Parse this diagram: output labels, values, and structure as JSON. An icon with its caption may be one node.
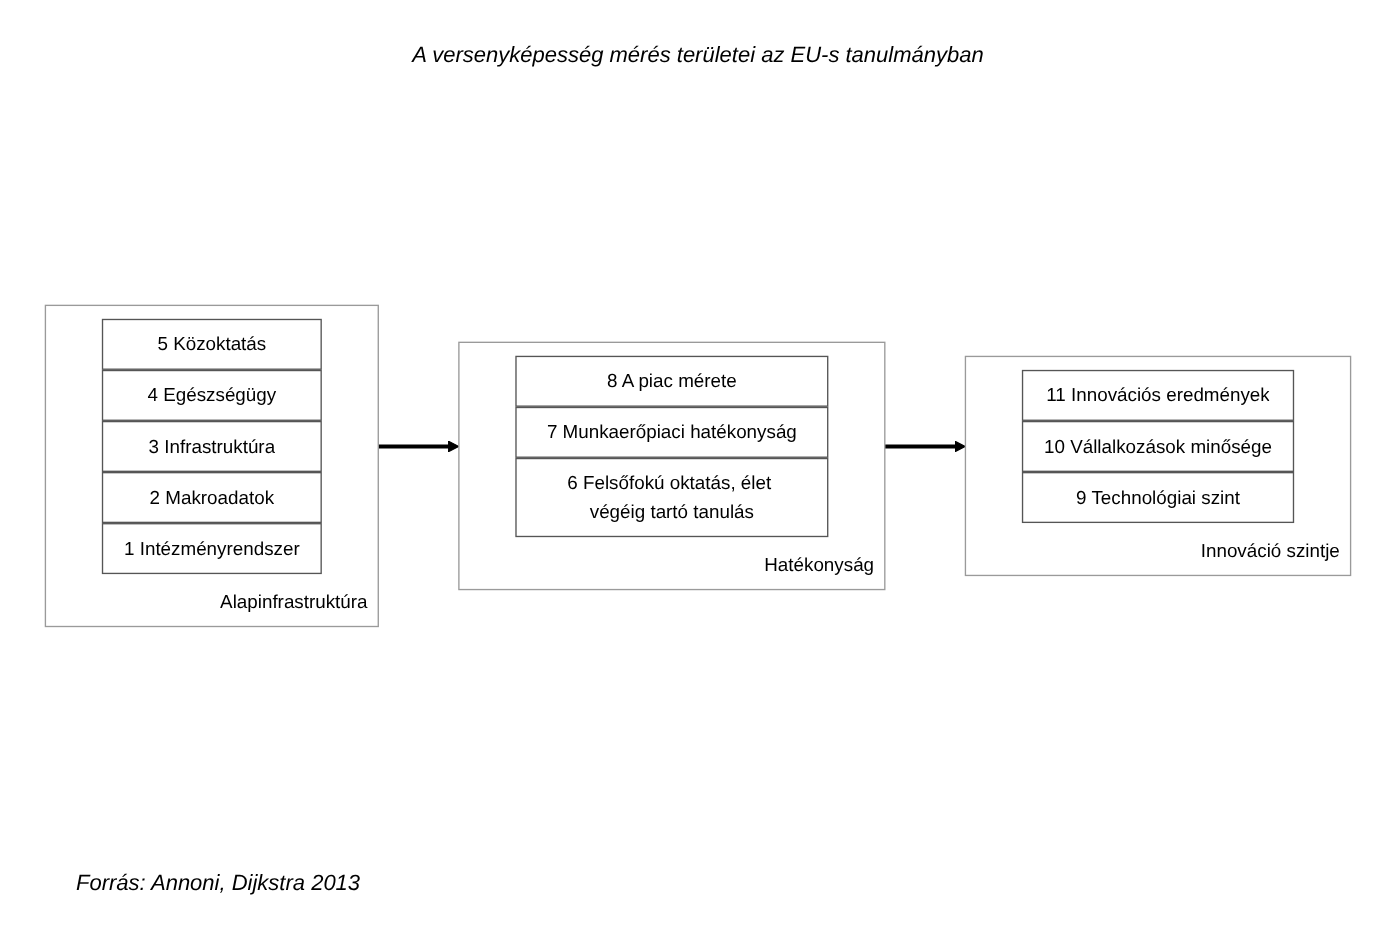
{
  "diagram": {
    "title": "A versenyképesség mérés területei az EU-s tanulmányban",
    "caption": "Forrás: Annoni, Dijkstra 2013",
    "nodes": [
      {
        "text": [
          "Innováció szintje"
        ]
      },
      {
        "text": [
          "11 Innovációs eredmények"
        ],
        "in": 0
      },
      {
        "text": [
          "10 Vállalkozások minősége"
        ],
        "in": 0
      },
      {
        "text": [
          "9 Technológiai szint"
        ],
        "in": 0
      },
      {
        "text": [
          "Hatékonyság"
        ]
      },
      {
        "text": [
          "8 A piac mérete"
        ],
        "in": 4
      },
      {
        "text": [
          "7 Munkaerőpiaci hatékonyság"
        ],
        "in": 4
      },
      {
        "text": [
          "6 Felsőfokú oktatás, élet végéig tartó tanulás"
        ],
        "in": 4
      },
      {
        "text": [
          "Alapinfrastruktúra"
        ]
      },
      {
        "text": [
          "5 Közoktatás"
        ],
        "in": 8
      },
      {
        "text": [
          "4 Egészségügy"
        ],
        "in": 8
      },
      {
        "text": [
          "3 Infrastruktúra"
        ],
        "in": 8
      },
      {
        "text": [
          "2 Makroadatok"
        ],
        "in": 8
      },
      {
        "text": [
          "1 Intézményrendszer"
        ],
        "in": 8
      }
    ],
    "edges": [
      {
        "from": 8,
        "to": 4,
        "arrow": "to"
      },
      {
        "from": 4,
        "to": 0,
        "arrow": "to"
      }
    ]
  }
}
